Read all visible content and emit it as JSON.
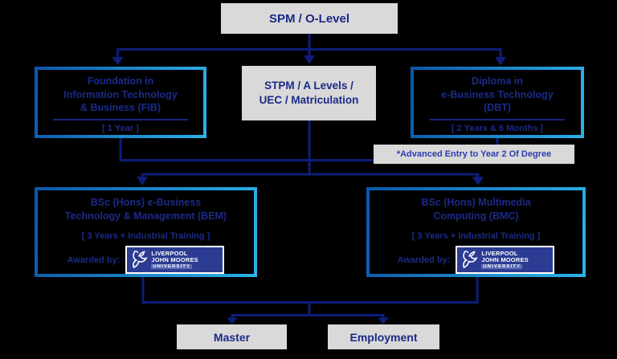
{
  "colors": {
    "background": "#000000",
    "box_gray": "#d9d9d9",
    "navy_text": "#1b2a87",
    "connector": "#0d1d79",
    "divider": "#15277f",
    "border_gradient_start": "#0b59ab",
    "border_gradient_end": "#2cb1e8",
    "advanced_entry_text": "#2e3cb0",
    "logo_blue": "#2c3c92",
    "logo_strip": "#5b6bb5"
  },
  "labels": {
    "awarded_by": "Awarded by:"
  },
  "ljmu": {
    "line1": "LIVERPOOL",
    "line2": "JOHN MOORES",
    "line3": "UNIVERSITY"
  },
  "nodes": {
    "spm": {
      "label": "SPM / O-Level"
    },
    "fib": {
      "title": "Foundation in\nInformation Technology\n& Business (FIB)",
      "duration": "[ 1 Year ]"
    },
    "stpm": {
      "label": "STPM / A Levels /\nUEC / Matriculation"
    },
    "dbt": {
      "title": "Diploma in\ne-Business Technology\n(DBT)",
      "duration": "[ 2 Years & 6 Months ]"
    },
    "advanced_entry": {
      "label": "*Advanced Entry to Year 2 Of Degree"
    },
    "bem": {
      "title": "BSc (Hons) e-Business\nTechnology & Management (BEM)",
      "duration": "[ 3 Years + Industrial Training ]"
    },
    "bmc": {
      "title": "BSc (Hons) Multimedia\nComputing (BMC)",
      "duration": "[ 3 Years + Industrial Training ]"
    },
    "master": {
      "label": "Master"
    },
    "employment": {
      "label": "Employment"
    }
  }
}
